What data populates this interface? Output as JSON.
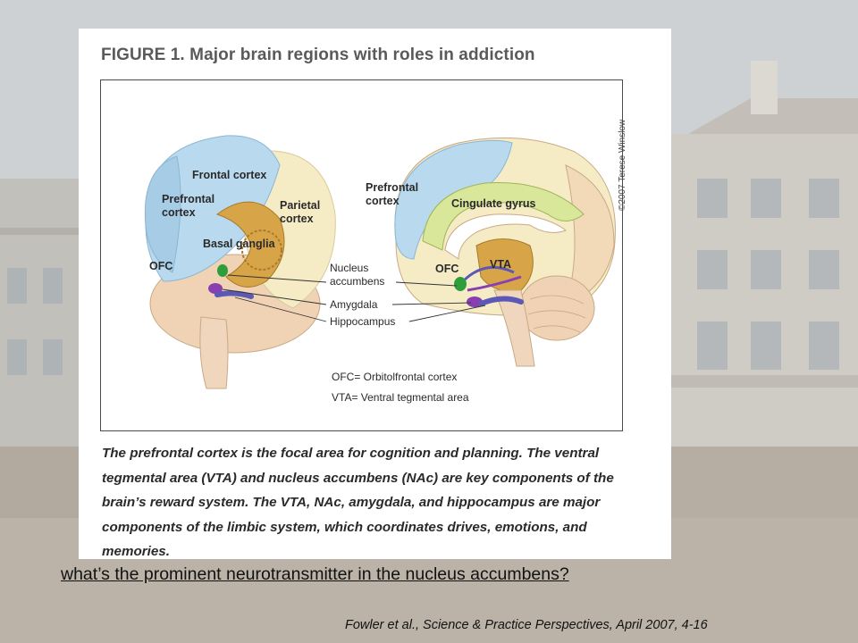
{
  "slide": {
    "figure_title": "FIGURE 1. Major brain regions with roles in addiction",
    "illustration_credit": "©2007 Terese Winslow",
    "left_brain_labels": {
      "frontal_cortex": "Frontal cortex",
      "prefrontal": "Prefrontal",
      "cortex": "cortex",
      "parietal": "Parietal",
      "parietal_cortex": "cortex",
      "basal_ganglia": "Basal ganglia",
      "ofc": "OFC",
      "nucleus": "Nucleus",
      "accumbens": "accumbens",
      "amygdala": "Amygdala",
      "hippocampus": "Hippocampus"
    },
    "right_brain_labels": {
      "prefrontal": "Prefrontal",
      "cortex": "cortex",
      "cingulate_gyrus": "Cingulate gyrus",
      "ofc": "OFC",
      "vta": "VTA"
    },
    "legend": {
      "ofc_def": "OFC= Orbitolfrontal cortex",
      "vta_def": "VTA= Ventral tegmental area"
    },
    "caption": "The prefrontal cortex is the focal area for cognition and planning. The ventral tegmental area (VTA) and nucleus accumbens (NAc) are key components of the brain’s reward system. The VTA, NAc, amygdala, and hippocampus are major components of the limbic system, which coordinates drives, emotions, and memories.",
    "question": "what’s the prominent neurotransmitter in the nucleus accumbens?",
    "citation": "Fowler et al., Science & Practice Perspectives, April 2007, 4-16"
  },
  "colors": {
    "frontal": "#b9d9ee",
    "parietal": "#f5ecc6",
    "temporal": "#f2d9b8",
    "cerebellum": "#f0d2b4",
    "basal_ganglia": "#d7a548",
    "cingulate": "#d9e79a",
    "nucleus_accumbens": "#2f9e3a",
    "amygdala": "#8a3fb0",
    "hippocampus": "#5b58b6"
  }
}
